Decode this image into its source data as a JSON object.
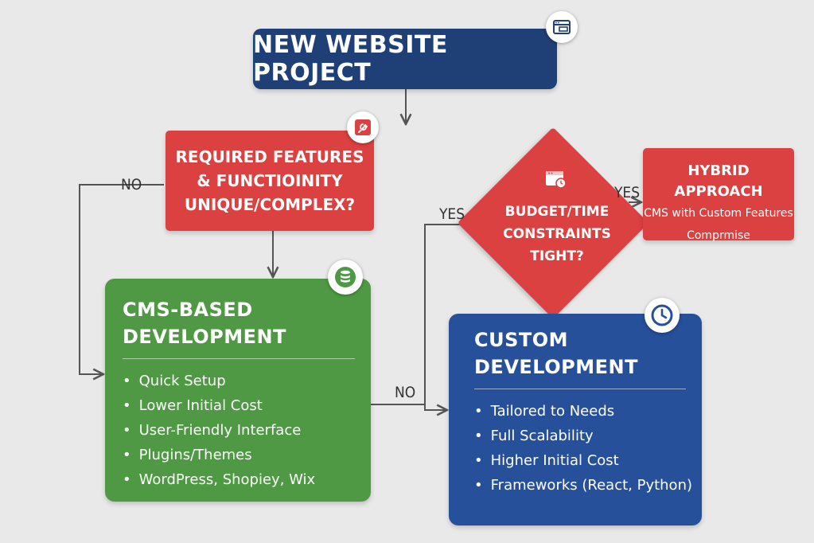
{
  "root": {
    "title": "NEW WEBSITE PROJECT"
  },
  "question": {
    "lines": [
      "REQUIRED FEATURES",
      "& FUNCTIOINITY",
      "UNIQUE/COMPLEX?"
    ]
  },
  "budget": {
    "lines": [
      "BUDGET/TIME",
      "CONSTRAINTS",
      "TIGHT?"
    ]
  },
  "hybrid": {
    "title": "HYBRID APPROACH",
    "subtitle": "CMS with Custom Features",
    "note": "Comprmise"
  },
  "cms": {
    "title_lines": [
      "CMS-BASED",
      "DEVELOPMENT"
    ],
    "bullets": [
      "Quick Setup",
      "Lower Initial Cost",
      "User-Friendly Interface",
      "Plugins/Themes",
      "WordPress, Shopiey, Wix"
    ]
  },
  "custom": {
    "title_lines": [
      "CUSTOM",
      "DEVELOPMENT"
    ],
    "bullets": [
      "Tailored to Needs",
      "Full Scalability",
      "Higher Initial Cost",
      "Frameworks (React, Python)"
    ]
  },
  "edge_labels": {
    "no_left": "NO",
    "yes_budget": "YES",
    "yes_hybrid": "YES",
    "no_custom": "NO"
  },
  "icons": {
    "root": "browser-window-icon",
    "question": "wrench-icon",
    "cms": "database-icon",
    "budget": "calendar-clock-icon",
    "custom": "clock-icon"
  },
  "colors": {
    "background": "#e9e9e9",
    "navy": "#1f3f77",
    "red": "#da4140",
    "green": "#4f9944",
    "blue": "#27509b",
    "connector": "#555555"
  }
}
